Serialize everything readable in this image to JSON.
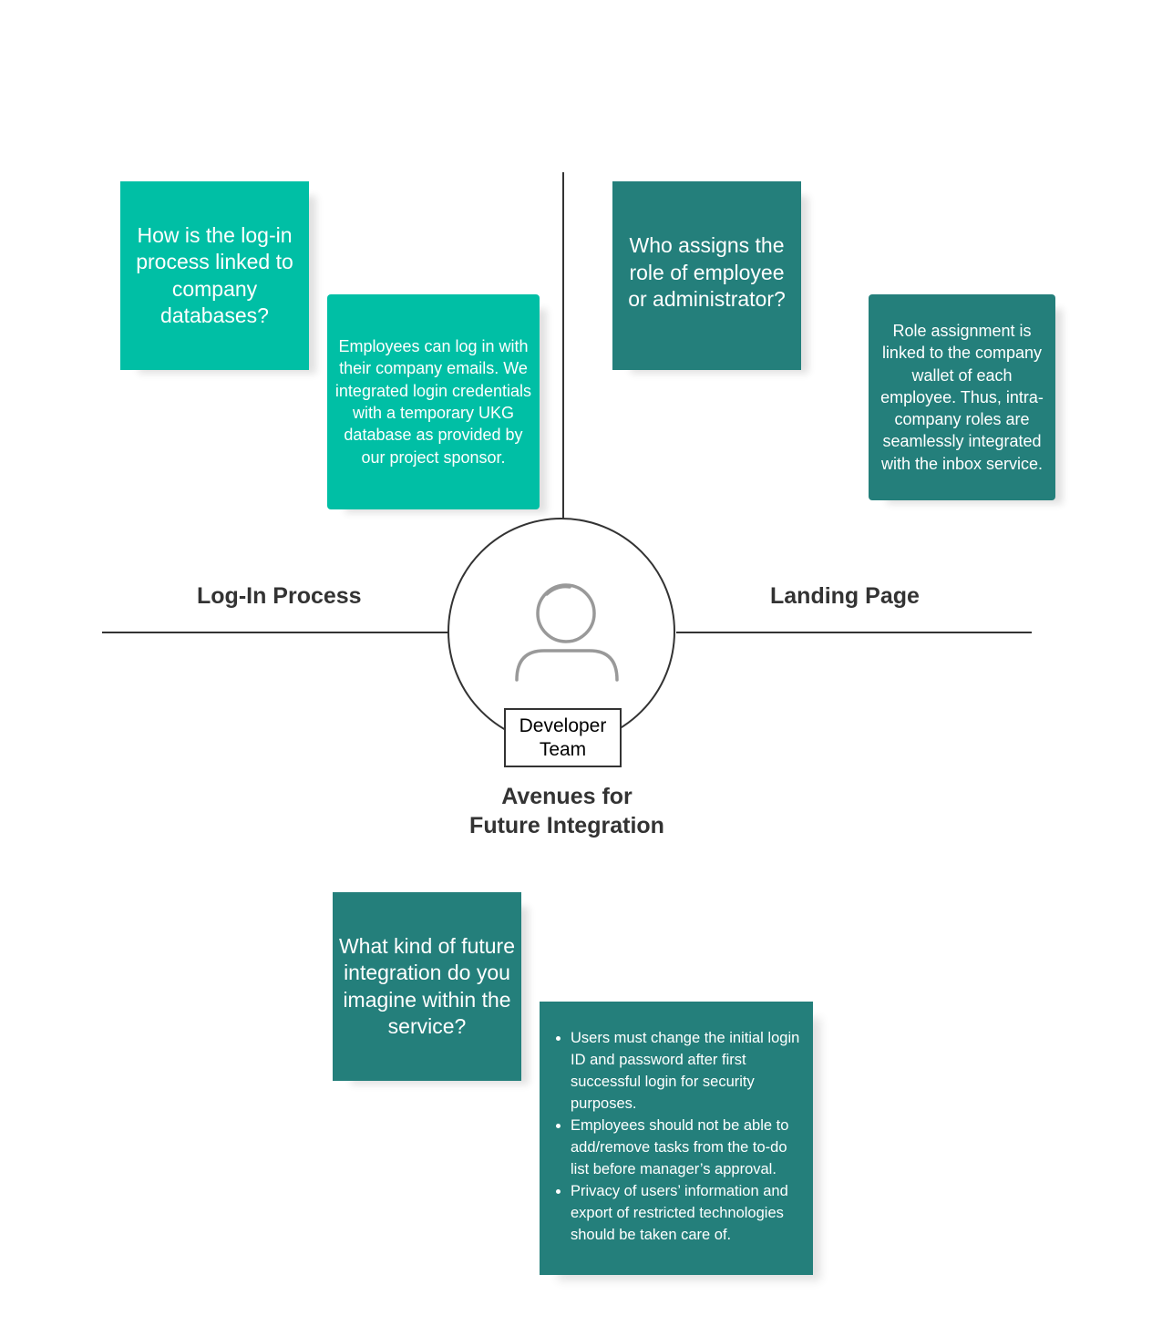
{
  "center": {
    "label": "Developer\nTeam",
    "icon": "person-icon"
  },
  "quadrants": {
    "top_left_label": "Log-In Process",
    "top_right_label": "Landing Page",
    "bottom_label": "Avenues for\nFuture Integration"
  },
  "notes": {
    "login_question": "How is the log-in process linked to company databases?",
    "login_answer": "Employees can log in with their company emails. We integrated login credentials with a temporary UKG database as provided by our project sponsor.",
    "landing_question": "Who assigns the role of employee or administrator?",
    "landing_answer": "Role assignment is linked to the company wallet of each employee. Thus, intra-company roles are seamlessly integrated with the inbox service.",
    "future_question": "What kind of future integration do you imagine within the service?",
    "future_answers": [
      "Users must change the initial login ID and password after first successful login for security purposes.",
      "Employees should not be able to add/remove tasks from the to-do list before manager’s approval.",
      "Privacy of users’ information and export of restricted technologies should be taken care of."
    ]
  },
  "colors": {
    "light_teal": "#00bfa5",
    "dark_teal": "#247f7b",
    "line": "#333333"
  }
}
